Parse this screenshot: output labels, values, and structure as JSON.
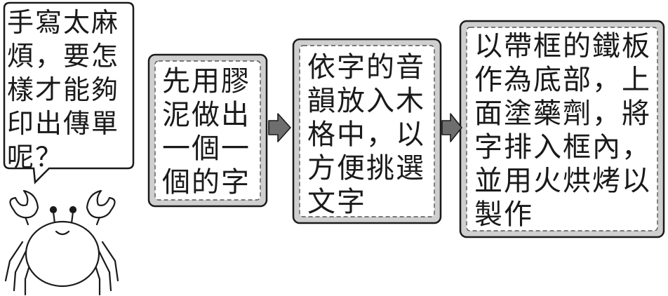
{
  "bubble": {
    "text": "手寫太麻\n煩，要怎\n樣才能夠\n印出傳單\n呢？"
  },
  "steps": [
    {
      "text": "先用膠\n泥做出\n一個一\n個的字"
    },
    {
      "text": "依字的音\n韻放入木\n格中，以\n方便挑選\n文字"
    },
    {
      "text": "以帶框的鐵板\n作為底部，上\n面塗藥劑，將\n字排入框內，\n並用火烘烤以\n製作"
    }
  ],
  "colors": {
    "box_fill": "#cfcfcf",
    "box_inner": "#ffffff",
    "arrow": "#6e6e6e",
    "stroke": "#1a1a1a"
  },
  "icons": {
    "character": "crab-icon"
  }
}
